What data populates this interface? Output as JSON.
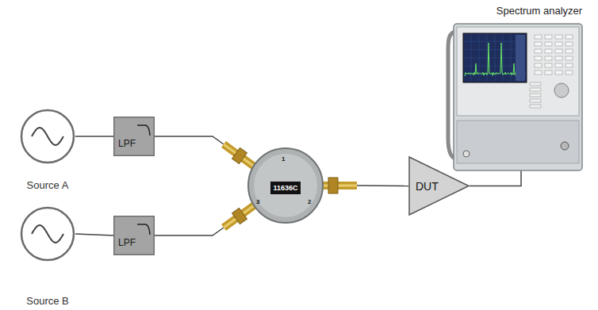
{
  "diagram": {
    "nodes": [
      {
        "text": [
          "Source A"
        ]
      },
      {
        "text": [
          "LPF"
        ]
      },
      {
        "text": [
          "Source B"
        ]
      },
      {
        "text": [
          "LPF"
        ]
      },
      {
        "text": [
          "11636C"
        ]
      },
      {
        "text": [
          "DUT"
        ]
      },
      {
        "text": [
          "Spectrum analyzer"
        ]
      }
    ],
    "edges": [
      {
        "from": 0,
        "to": 1,
        "arrow": "none"
      },
      {
        "from": 2,
        "to": 3,
        "arrow": "none"
      },
      {
        "from": 1,
        "to": 4,
        "arrow": "none"
      },
      {
        "from": 3,
        "to": 4,
        "arrow": "none"
      },
      {
        "from": 4,
        "to": 5,
        "arrow": "none"
      },
      {
        "from": 5,
        "to": 6,
        "arrow": "none"
      }
    ],
    "labels": [
      "1",
      "2",
      "3"
    ]
  }
}
